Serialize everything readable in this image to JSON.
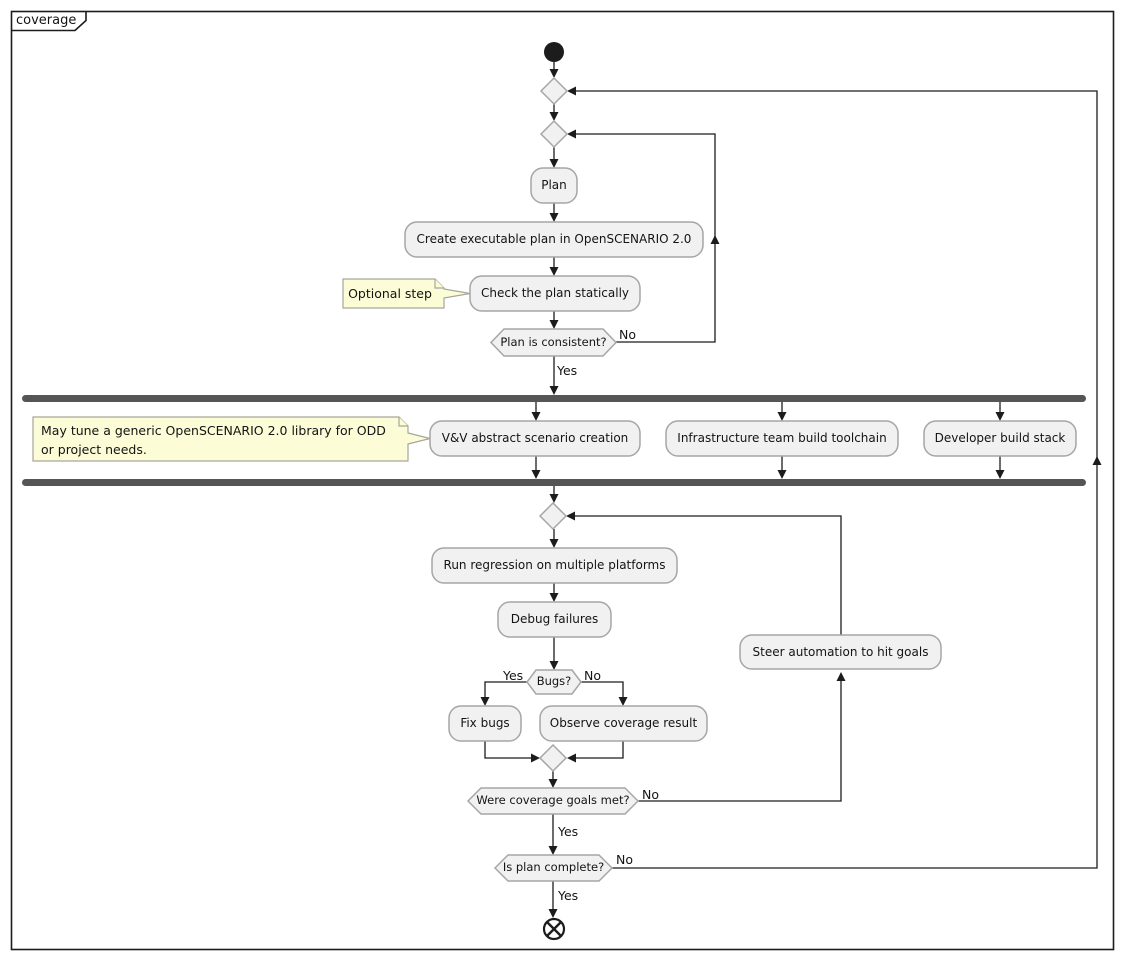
{
  "frame": {
    "title": "coverage"
  },
  "colors": {
    "line": "#1c1c1c",
    "node-fill": "#f1f1f1",
    "node-border": "#a6a6a6",
    "bar": "#555555",
    "note-fill": "#fcfcd7",
    "note-border": "#a6a69c",
    "text": "#141414",
    "bg": "#ffffff"
  },
  "activities": {
    "plan": "Plan",
    "create_plan": "Create executable plan in OpenSCENARIO 2.0",
    "check_plan": "Check the plan statically",
    "vv_scenario": "V&V abstract scenario creation",
    "infra_toolchain": "Infrastructure team build toolchain",
    "dev_stack": "Developer build stack",
    "run_regression": "Run regression on multiple platforms",
    "debug_failures": "Debug failures",
    "fix_bugs": "Fix bugs",
    "observe_coverage": "Observe coverage result",
    "steer_automation": "Steer automation to hit goals"
  },
  "decisions": {
    "plan_consistent": "Plan is consistent?",
    "bugs": "Bugs?",
    "coverage_goals": "Were coverage goals met?",
    "plan_complete": "Is plan complete?"
  },
  "notes": {
    "optional_step": "Optional step",
    "may_tune": "May tune a generic OpenSCENARIO 2.0 library for ODD\nor project needs."
  },
  "edge_labels": {
    "plan_consistent_yes": "Yes",
    "plan_consistent_no": "No",
    "bugs_yes": "Yes",
    "bugs_no": "No",
    "coverage_goals_yes": "Yes",
    "coverage_goals_no": "No",
    "plan_complete_yes": "Yes",
    "plan_complete_no": "No"
  }
}
